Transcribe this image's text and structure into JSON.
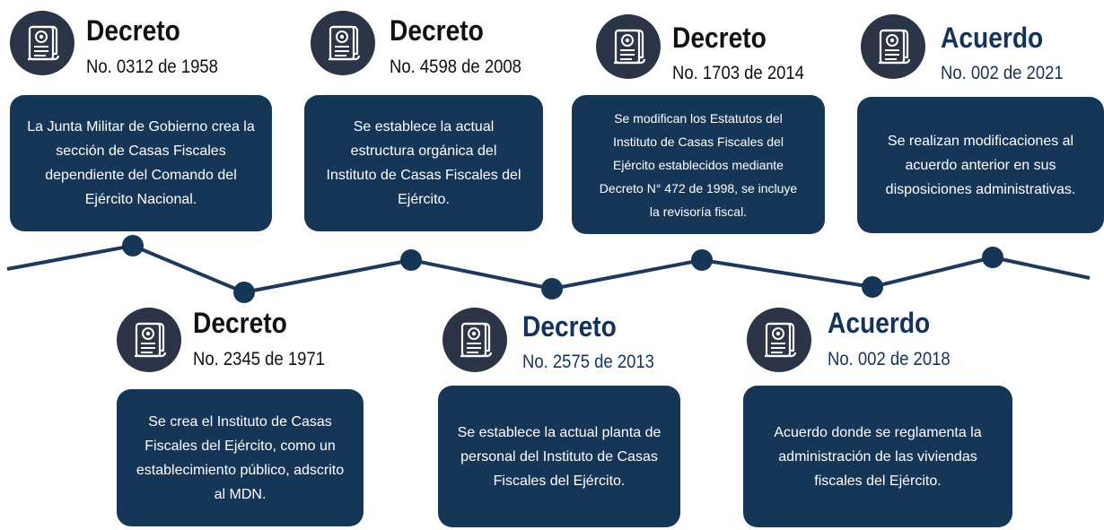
{
  "accent_color": "#163658",
  "line_color": "#1d3a5c",
  "events": [
    {
      "icon": "scroll-icon",
      "title": "Decreto",
      "subtitle": "No. 0312 de 1958",
      "description": "La Junta Militar de Gobierno crea la sección de Casas Fiscales dependiente del Comando del Ejército Nacional."
    },
    {
      "icon": "scroll-icon",
      "title": "Decreto",
      "subtitle": "No. 2345 de 1971",
      "description": "Se crea el Instituto de Casas Fiscales del Ejército, como un establecimiento público, adscrito al MDN."
    },
    {
      "icon": "scroll-icon",
      "title": "Decreto",
      "subtitle": "No. 4598 de 2008",
      "description": "Se establece la actual estructura orgánica del Instituto de Casas Fiscales del Ejército."
    },
    {
      "icon": "scroll-icon",
      "title": "Decreto",
      "subtitle": "No. 2575 de 2013",
      "description": "Se establece la actual planta de personal del Instituto de Casas Fiscales del Ejército."
    },
    {
      "icon": "scroll-icon",
      "title": "Decreto",
      "subtitle": "No. 1703 de 2014",
      "description": "Se modifican los Estatutos del Instituto de Casas Fiscales del Ejército establecidos mediante Decreto N° 472 de 1998, se incluye la revisoría fiscal."
    },
    {
      "icon": "scroll-icon",
      "title": "Acuerdo",
      "subtitle": "No. 002 de 2018",
      "description": "Acuerdo donde se reglamenta la administración de las viviendas fiscales del Ejército."
    },
    {
      "icon": "scroll-icon",
      "title": "Acuerdo",
      "subtitle": "No. 002 de 2021",
      "description": "Se realizan modificaciones al acuerdo anterior en sus disposiciones administrativas."
    }
  ]
}
